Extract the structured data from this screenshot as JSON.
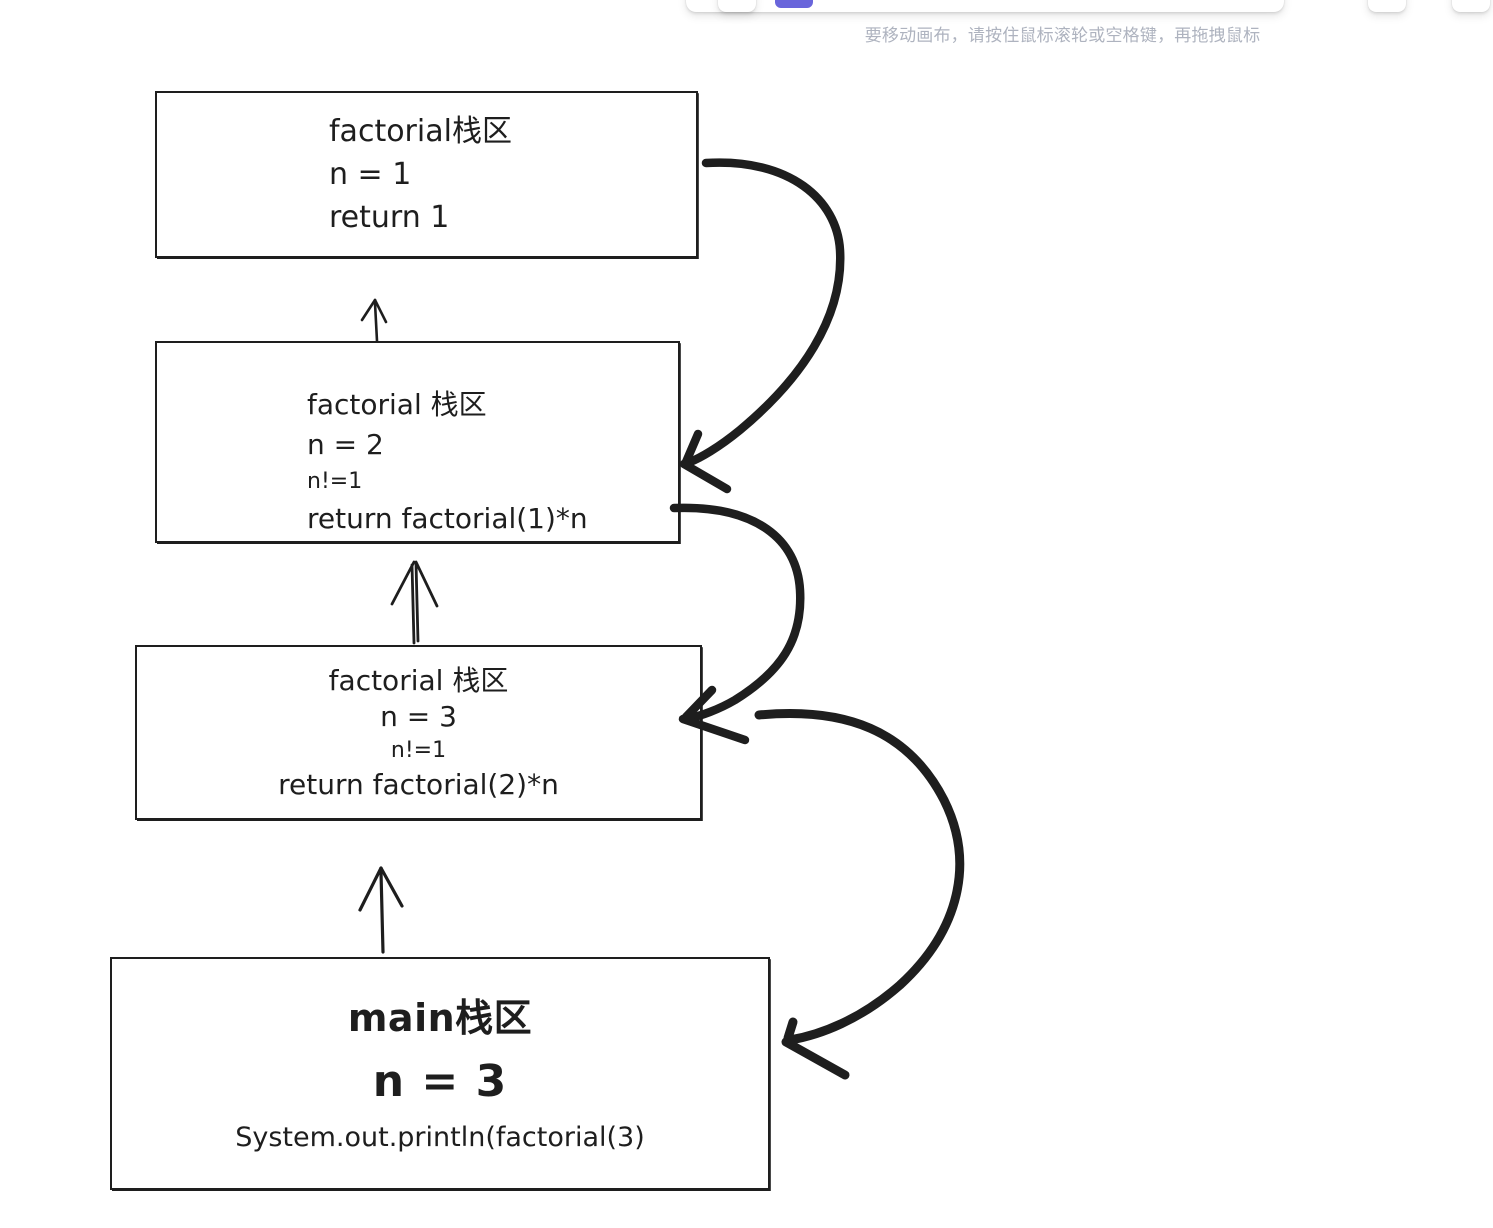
{
  "app": {
    "canvas_hint": "要移动画布，请按住鼠标滚轮或空格键，再拖拽鼠标",
    "accent_color": "#6965db",
    "stroke_color": "#1e1e1e",
    "background_color": "#ffffff",
    "hint_color": "#aeb3bf"
  },
  "toolbar": {
    "tools": [
      {
        "name": "lock-icon",
        "glyph": "⎘",
        "active": false
      },
      {
        "name": "hand-tool",
        "glyph": "✋",
        "active": false
      },
      {
        "name": "selection-tool",
        "glyph": "➤",
        "active": true
      },
      {
        "name": "rectangle-tool",
        "glyph": "▭",
        "active": false
      },
      {
        "name": "diamond-tool",
        "glyph": "◇",
        "active": false
      },
      {
        "name": "ellipse-tool",
        "glyph": "◯",
        "active": false
      },
      {
        "name": "arrow-tool",
        "glyph": "↗",
        "active": false
      },
      {
        "name": "line-tool",
        "glyph": "╱",
        "active": false
      },
      {
        "name": "draw-tool",
        "glyph": "✎",
        "active": false
      },
      {
        "name": "text-tool",
        "glyph": "A",
        "active": false
      },
      {
        "name": "image-tool",
        "glyph": "⛰",
        "active": false
      },
      {
        "name": "eraser-tool",
        "glyph": "▱",
        "active": false
      },
      {
        "name": "frame-tool",
        "glyph": "⌗",
        "active": false
      },
      {
        "name": "more-tools",
        "glyph": "⋯",
        "active": false
      }
    ]
  },
  "diagram": {
    "title": "factorial recursion call stack",
    "frames": [
      {
        "id": "frame-1",
        "name": "factorial-frame-n1",
        "lines": [
          {
            "text": "factorial栈区",
            "style": "normal"
          },
          {
            "text": "n = 1",
            "style": "normal"
          },
          {
            "text": "return 1",
            "style": "normal"
          }
        ]
      },
      {
        "id": "frame-2",
        "name": "factorial-frame-n2",
        "lines": [
          {
            "text": "factorial 栈区",
            "style": "normal"
          },
          {
            "text": "n = 2",
            "style": "normal"
          },
          {
            "text": "n!=1",
            "style": "small"
          },
          {
            "text": "return factorial(1)*n",
            "style": "normal"
          }
        ]
      },
      {
        "id": "frame-3",
        "name": "factorial-frame-n3",
        "lines": [
          {
            "text": "factorial 栈区",
            "style": "normal"
          },
          {
            "text": "n = 3",
            "style": "normal"
          },
          {
            "text": "n!=1",
            "style": "small"
          },
          {
            "text": "return factorial(2)*n",
            "style": "normal"
          }
        ]
      },
      {
        "id": "frame-main",
        "name": "main-frame",
        "lines": [
          {
            "text": "main栈区",
            "style": "title"
          },
          {
            "text": "n = 3",
            "style": "n"
          },
          {
            "text": "System.out.println(factorial(3)",
            "style": "code"
          }
        ]
      }
    ],
    "arrows": [
      {
        "name": "call-arrow-n2-to-n1",
        "kind": "straight-up",
        "from": "factorial-frame-n2",
        "to": "factorial-frame-n1"
      },
      {
        "name": "call-arrow-n3-to-n2",
        "kind": "straight-up",
        "from": "factorial-frame-n3",
        "to": "factorial-frame-n2"
      },
      {
        "name": "call-arrow-main-to-n3",
        "kind": "straight-up",
        "from": "main-frame",
        "to": "factorial-frame-n3"
      },
      {
        "name": "return-arrow-n1-to-n2",
        "kind": "curved-return",
        "from": "factorial-frame-n1",
        "to": "factorial-frame-n2"
      },
      {
        "name": "return-arrow-n2-to-n3",
        "kind": "curved-return",
        "from": "factorial-frame-n2",
        "to": "factorial-frame-n3"
      },
      {
        "name": "return-arrow-n3-to-main",
        "kind": "curved-return",
        "from": "factorial-frame-n3",
        "to": "main-frame"
      }
    ]
  }
}
